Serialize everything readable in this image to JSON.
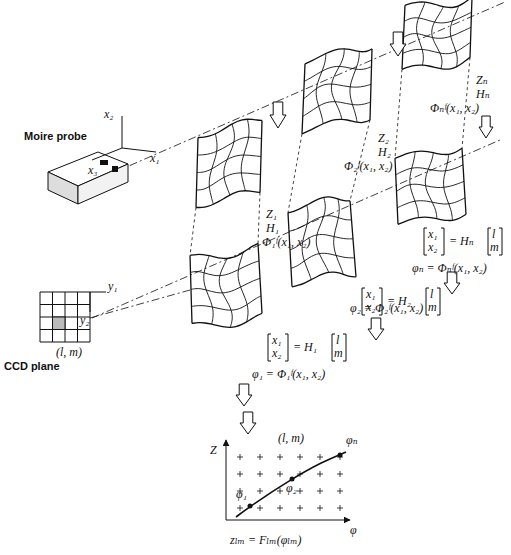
{
  "diagram": {
    "labels": [
      "Moire probe",
      "x₂",
      "x₃",
      "x₁",
      "Z₁",
      "H₁",
      "Φ₁ᶠ(x₁, x₂)",
      "Z₂",
      "H₂",
      "Φ₂ᶠ(x₁, x₂)",
      "Zₙ",
      "Hₙ",
      "Φₙᶠ(x₁, x₂)",
      "y₁",
      "y₂",
      "CCD plane",
      "(l, m)",
      "x₁",
      "x₂",
      "= H₁",
      "l",
      "m",
      "φ₁ = Φ₁ᶠ(x₁, x₂)",
      "x₁",
      "x₂",
      "= H₂",
      "l",
      "m",
      "φ₂ = Φ₂ᶠ(x₁, x₂)",
      "x₁",
      "x₂",
      "= Hₙ",
      "l",
      "m",
      "φₙ = Φₙᶠ(x₁, x₂)",
      "(l, m)",
      "Z",
      "φₙ",
      "φ₂",
      "φ₁",
      "φ",
      "zₗₘ = Fₗₘ(φₗₘ)"
    ]
  }
}
